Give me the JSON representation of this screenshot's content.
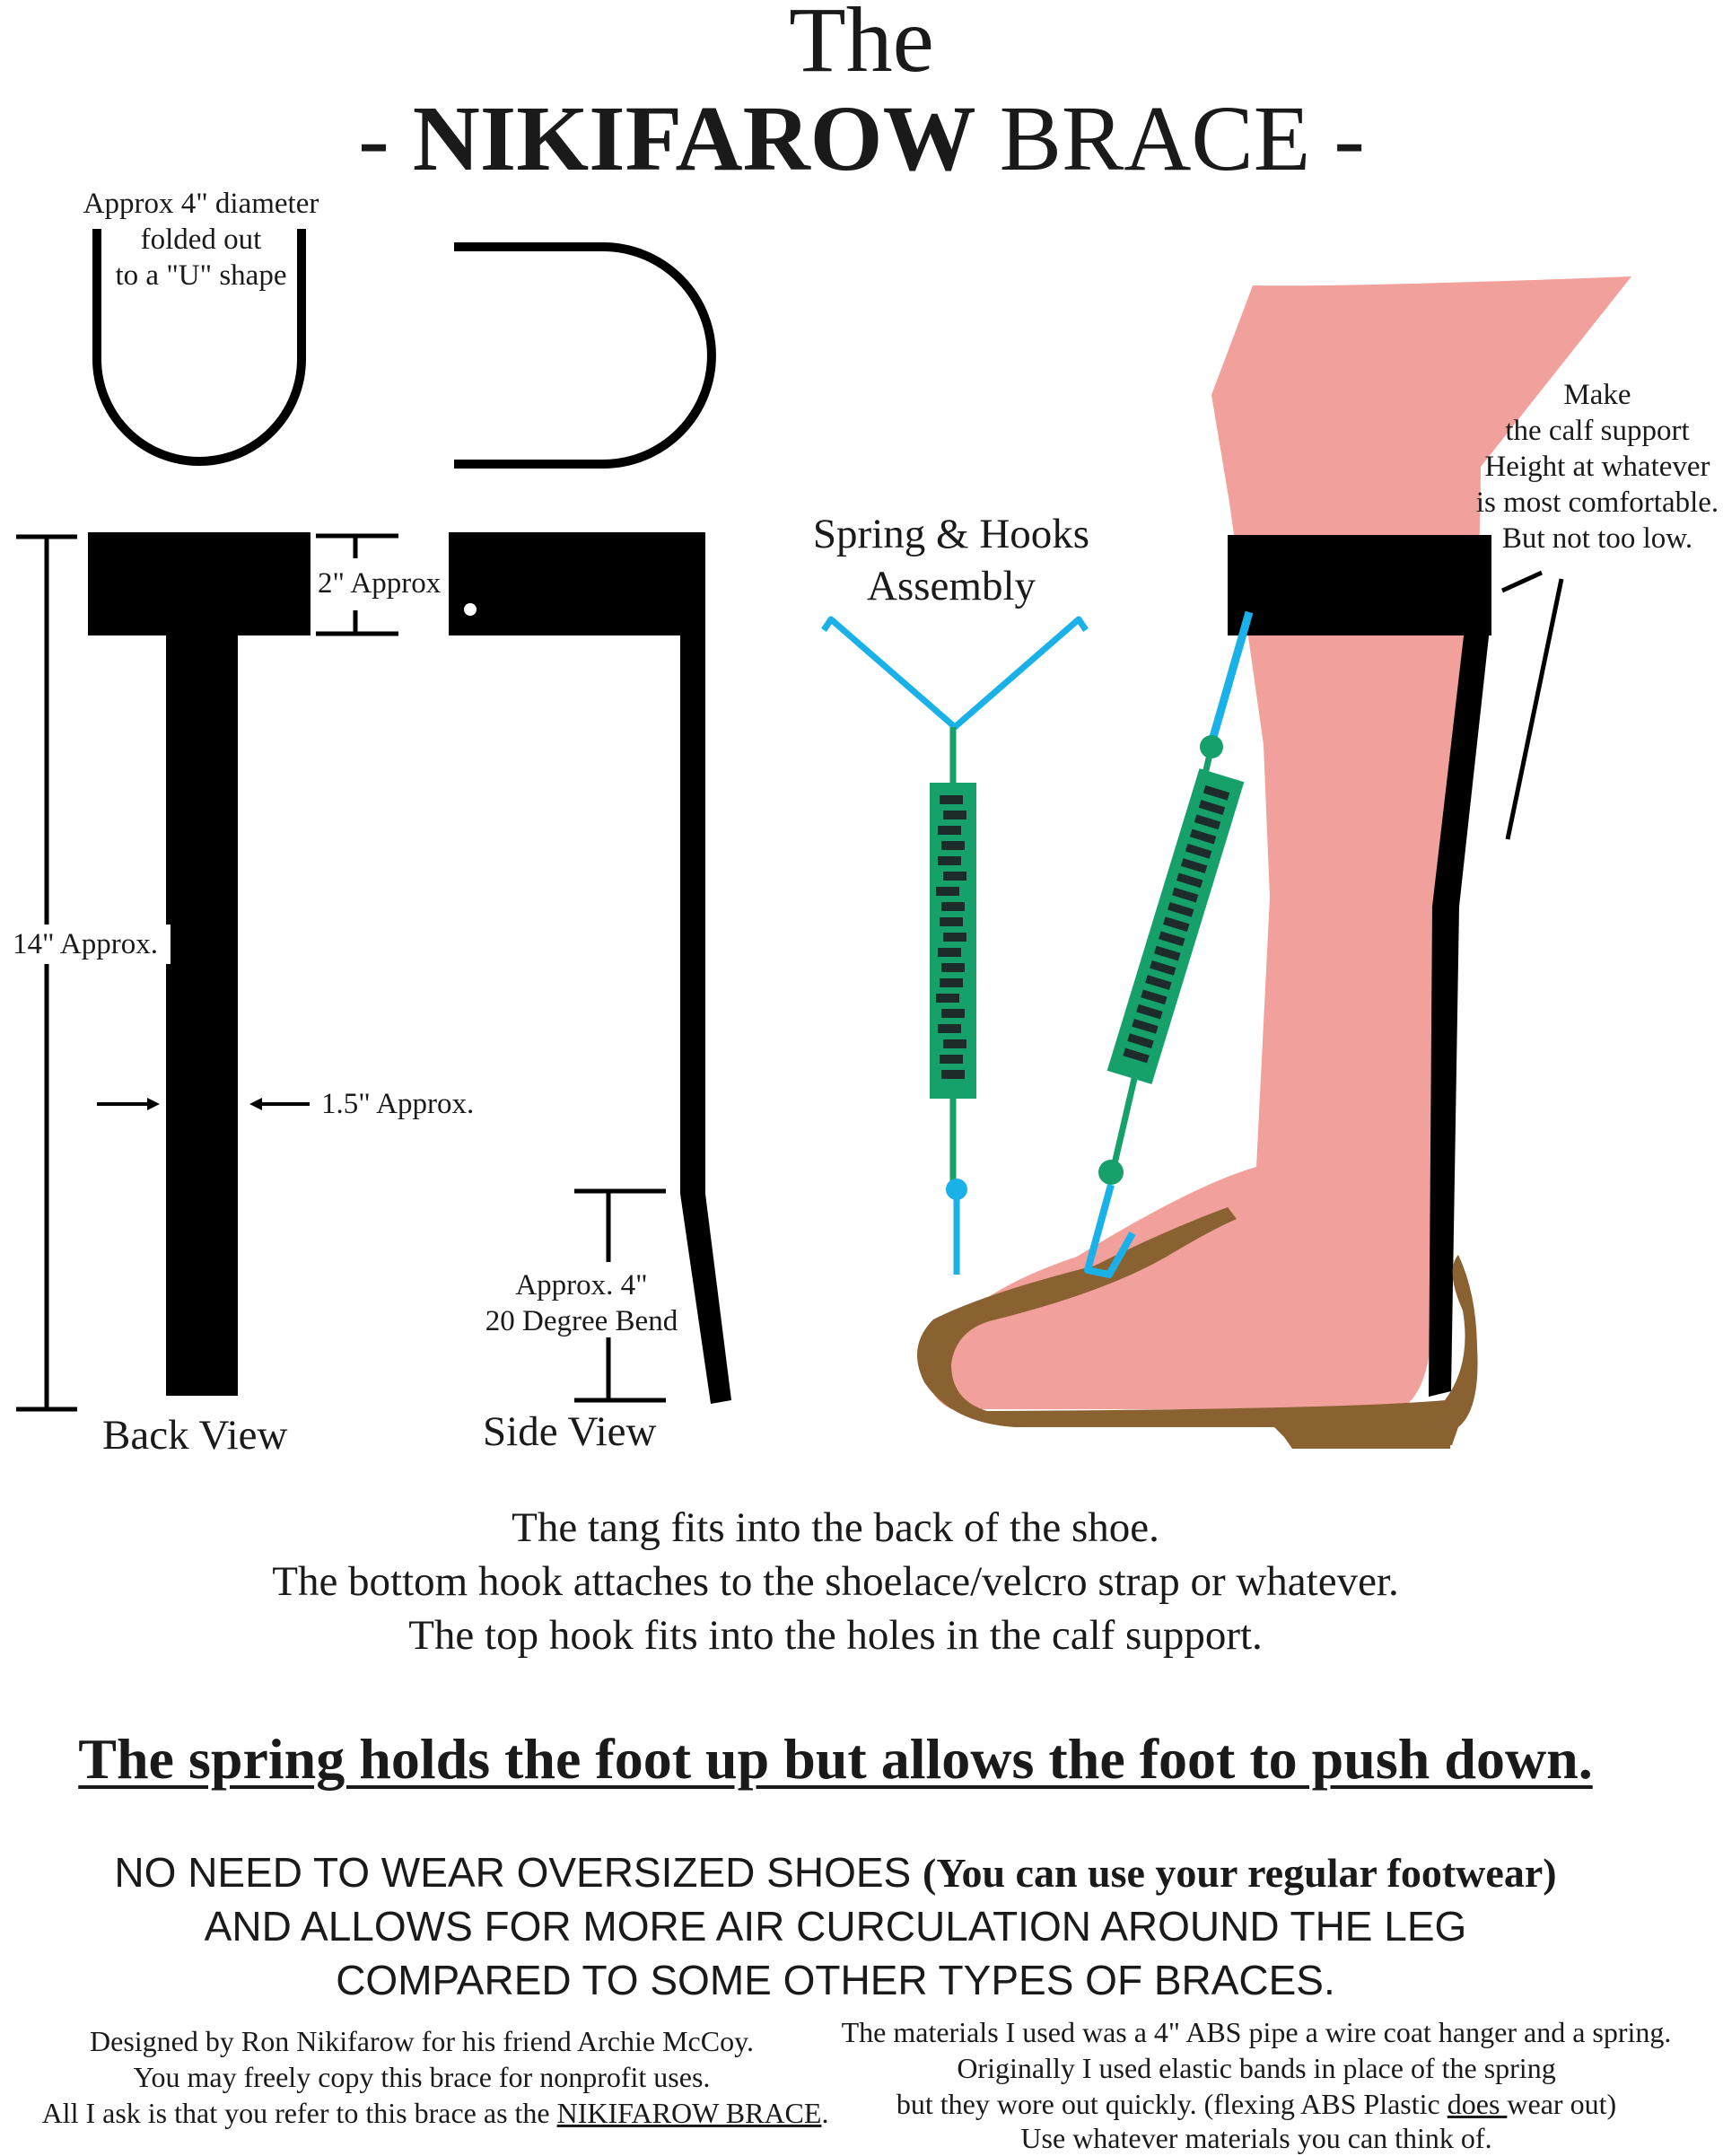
{
  "header": {
    "the": "The",
    "prefix": "- ",
    "name": "NIKIFAROW",
    "suffix": " BRACE -"
  },
  "labels": {
    "u_shape_line1": "Approx 4\" diameter",
    "u_shape_line2": "folded out",
    "u_shape_line3": "to a \"U\" shape",
    "two_inch": "2\" Approx",
    "fourteen_inch": "14\" Approx.",
    "width": "1.5\" Approx.",
    "bend_line1": "Approx. 4\"",
    "bend_line2": "20 Degree Bend",
    "back_view": "Back View",
    "side_view": "Side View",
    "spring_line1": "Spring & Hooks",
    "spring_line2": "Assembly",
    "calf_line1": "Make",
    "calf_line2": "the calf support",
    "calf_line3": "Height at whatever",
    "calf_line4": "is most comfortable.",
    "calf_line5": "But not too low."
  },
  "instructions": {
    "line1": "The tang fits into the back of the shoe.",
    "line2": "The bottom hook attaches to the shoelace/velcro strap or whatever.",
    "line3": "The top hook fits into the holes in the calf support."
  },
  "emphasis": "The spring holds the foot up but allows the foot to push down.",
  "benefits": {
    "line1_caps": "NO NEED TO WEAR OVERSIZED SHOES ",
    "line1_bold": "(You can use your regular footwear)",
    "line2": "AND ALLOWS FOR MORE AIR CURCULATION AROUND THE LEG",
    "line3": "COMPARED TO SOME OTHER TYPES OF BRACES."
  },
  "credits": {
    "line1": "Designed by Ron Nikifarow for his friend Archie McCoy.",
    "line2": "You may freely copy this brace for nonprofit uses.",
    "line3_pre": "All I ask is that you refer to this brace as the ",
    "line3_link": "NIKIFAROW BRACE",
    "line3_post": "."
  },
  "materials": {
    "line1": "The materials I used was a 4\" ABS pipe a wire coat hanger and a spring.",
    "line2": "Originally I used elastic bands in place of the spring",
    "line3_pre": "but they wore out quickly. (flexing ABS Plastic ",
    "line3_u": "does ",
    "line3_post": "wear out)",
    "line4": "Use whatever materials you can think of."
  },
  "colors": {
    "skin": "#f2a09c",
    "shoe": "#8a6232",
    "spring_green": "#16a06a",
    "hook_blue": "#1ab0e8",
    "ink": "#000000"
  }
}
